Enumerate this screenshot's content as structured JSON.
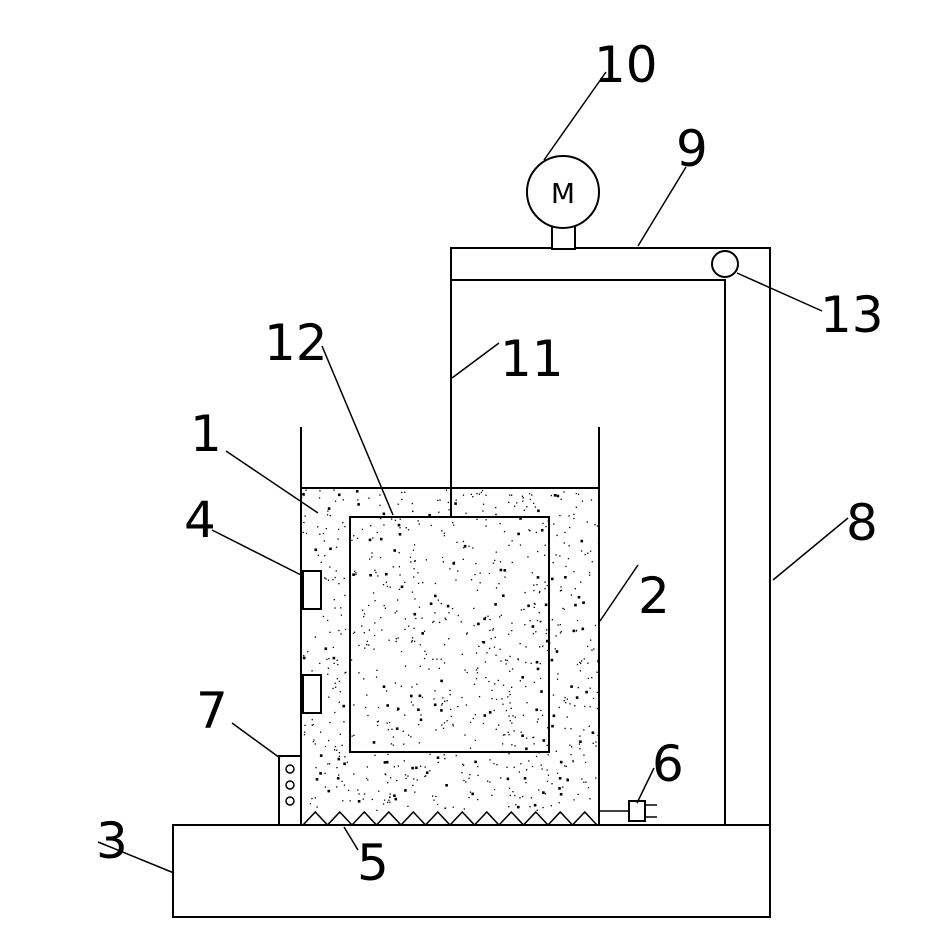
{
  "motor_symbol": "M",
  "labels": {
    "n1": "1",
    "n2": "2",
    "n3": "3",
    "n4": "4",
    "n5": "5",
    "n6": "6",
    "n7": "7",
    "n8": "8",
    "n9": "9",
    "n10": "10",
    "n11": "11",
    "n12": "12",
    "n13": "13"
  },
  "colors": {
    "line": "#000000",
    "background": "#ffffff"
  }
}
